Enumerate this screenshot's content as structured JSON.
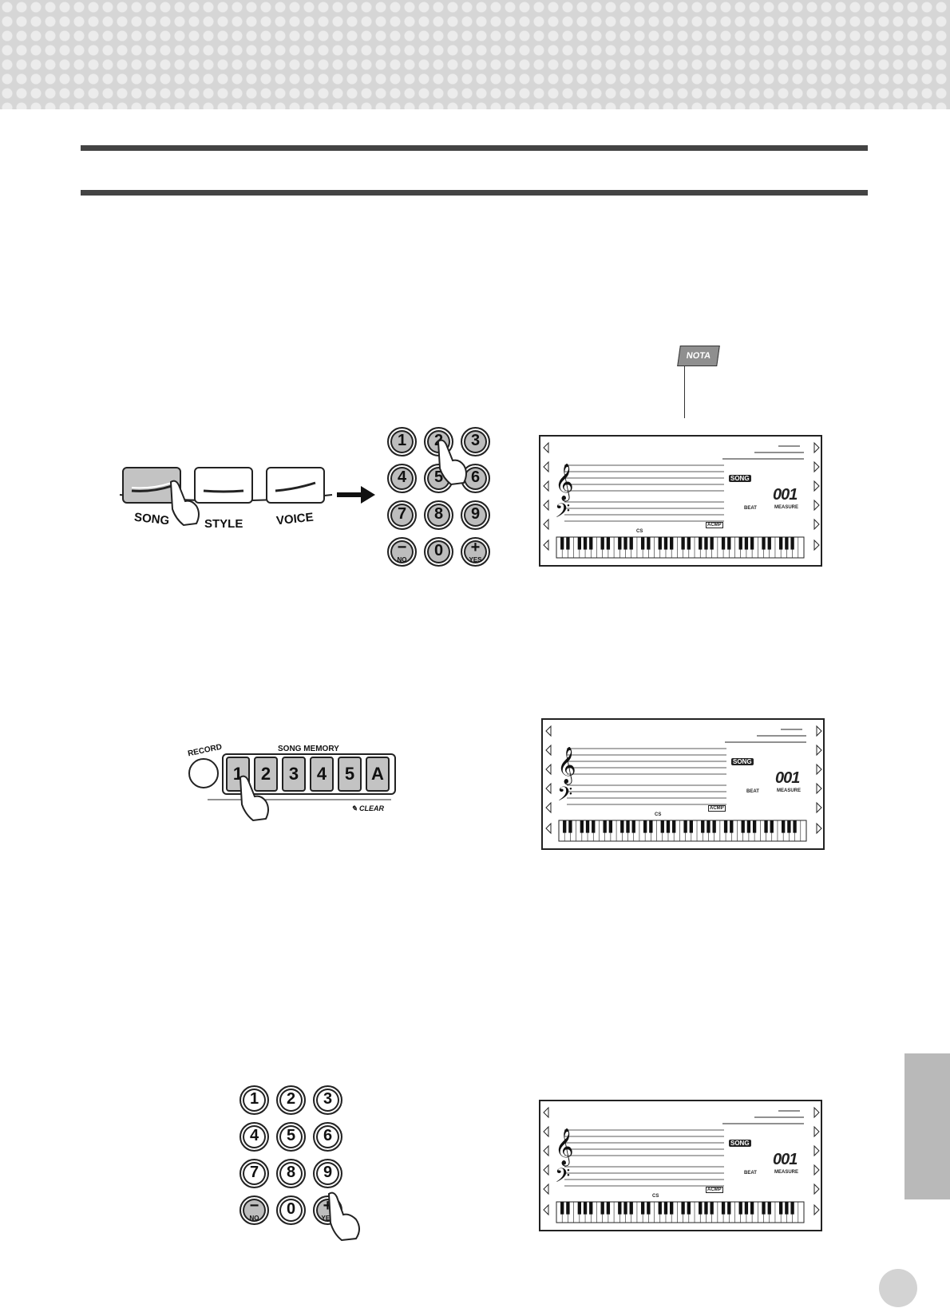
{
  "nota": {
    "label": "NOTA"
  },
  "panel": {
    "buttons": [
      {
        "label": "SONG"
      },
      {
        "label": "STYLE"
      },
      {
        "label": "VOICE"
      }
    ]
  },
  "keypad": {
    "rows": [
      [
        "1",
        "2",
        "3"
      ],
      [
        "4",
        "5",
        "6"
      ],
      [
        "7",
        "8",
        "9"
      ],
      [
        "−",
        "0",
        "+"
      ]
    ],
    "no_label": "NO",
    "yes_label": "YES"
  },
  "song_memory": {
    "record_label": "RECORD",
    "title": "SONG MEMORY",
    "buttons": [
      "1",
      "2",
      "3",
      "4",
      "5",
      "A"
    ],
    "clear_label": "CLEAR"
  },
  "lcd": {
    "song_icon_label": "SONG",
    "measure_value": "001",
    "beat_label": "BEAT",
    "measure_label": "MEASURE",
    "acmp_label": "ACMP",
    "cs_label": "CS"
  }
}
